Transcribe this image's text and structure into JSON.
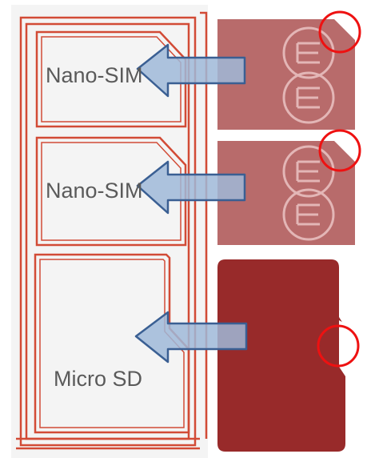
{
  "tray": {
    "slots": [
      {
        "label": "Nano-SIM"
      },
      {
        "label": "Nano-SIM"
      },
      {
        "label": "Micro SD"
      }
    ]
  },
  "cards": [
    {
      "type": "nano-sim",
      "color": "#b86b6b"
    },
    {
      "type": "nano-sim",
      "color": "#b86b6b"
    },
    {
      "type": "micro-sd",
      "color": "#982a2a"
    }
  ],
  "colors": {
    "tray_outline": "#d24b36",
    "arrow_fill": "#9fb8d8",
    "arrow_stroke": "#3a5f93",
    "highlight_circle": "#ee1111",
    "logo_stroke": "#e3b6b6"
  }
}
